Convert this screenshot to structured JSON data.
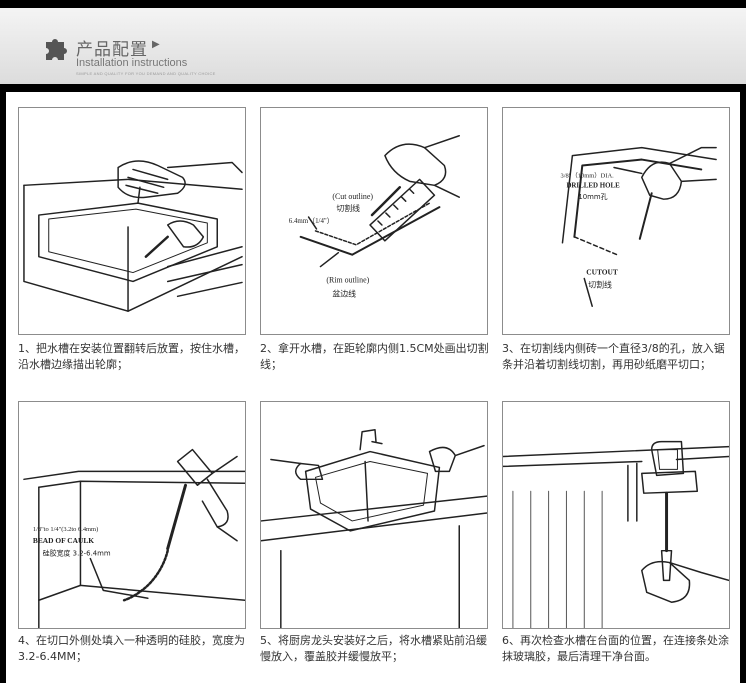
{
  "header": {
    "title_cn": "产品配置",
    "title_arrow": "▶",
    "title_en": "Installation instructions",
    "title_fine": "SIMPLE AND QUALITY FOR YOU DEMAND AND QUALITY CHOICE"
  },
  "steps": [
    {
      "caption": "1、把水槽在安装位置翻转后放置，按住水槽，沿水槽边缘描出轮廓；",
      "labels": []
    },
    {
      "caption": "2、拿开水槽，在距轮廓内侧1.5CM处画出切割线；",
      "labels": [
        "(Cut outline)",
        "切割线",
        "6.4mm（1/4\"）",
        "(Rim outline)",
        "盆边线"
      ]
    },
    {
      "caption": "3、在切割线内侧砖一个直径3/8的孔，放入锯条并沿着切割线切割，再用砂纸磨平切口；",
      "labels": [
        "3/8\"（10mm）DIA.",
        "DRILLED HOLE",
        "10mm孔",
        "CUTOUT",
        "切割线"
      ]
    },
    {
      "caption": "4、在切口外侧处填入一种透明的硅胶，宽度为3.2-6.4MM；",
      "labels": [
        "1/8\"to 1/4\"(3.2to 6.4mm)",
        "BEAD OF CAULK",
        "硅胶宽度 3.2-6.4mm"
      ]
    },
    {
      "caption": "5、将厨房龙头安装好之后，将水槽紧贴前沿缓慢放入，覆盖胶并缓慢放平；",
      "labels": []
    },
    {
      "caption": "6、再次检查水槽在台面的位置，在连接条处涂抹玻璃胶，最后清理干净台面。",
      "labels": []
    }
  ]
}
